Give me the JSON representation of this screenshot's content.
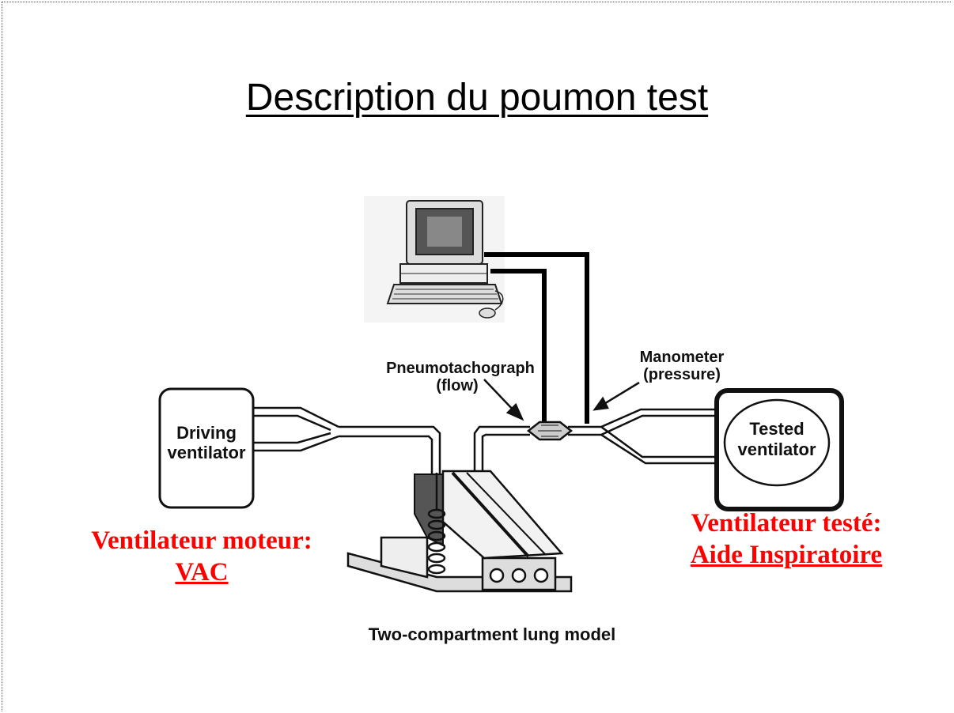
{
  "title": "Description du poumon test",
  "diagram": {
    "labels": {
      "pneumotachograph": "Pneumotachograph",
      "pneumotachograph_sub": "(flow)",
      "manometer": "Manometer",
      "manometer_sub": "(pressure)",
      "driving_line1": "Driving",
      "driving_line2": "ventilator",
      "tested_line1": "Tested",
      "tested_line2": "ventilator",
      "lung_model": "Two-compartment lung model"
    }
  },
  "annotations": {
    "left_line1": "Ventilateur moteur:",
    "left_line2": "VAC",
    "right_line1": "Ventilateur testé:",
    "right_line2": "Aide Inspiratoire",
    "color": "#ff0000"
  }
}
